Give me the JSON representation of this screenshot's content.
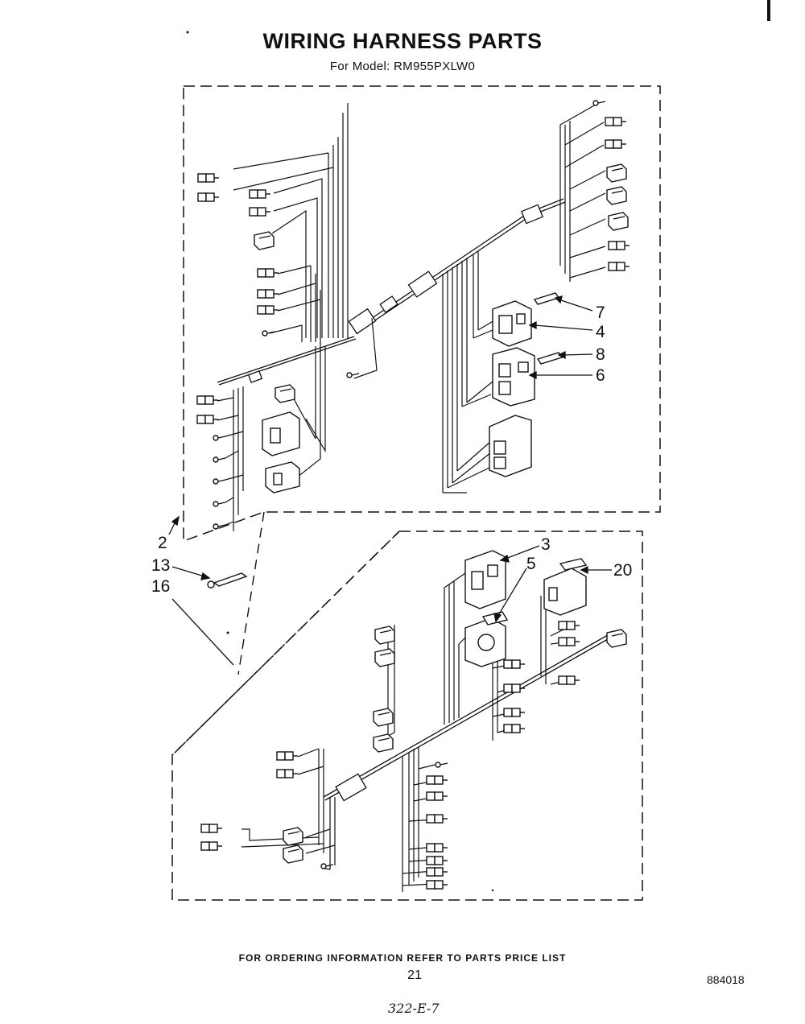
{
  "header": {
    "title": "WIRING HARNESS PARTS",
    "subtitle": "For Model: RM955PXLW0"
  },
  "callouts": {
    "c7": "7",
    "c4": "4",
    "c8": "8",
    "c6": "6",
    "c2": "2",
    "c13": "13",
    "c16": "16",
    "c3": "3",
    "c5": "5",
    "c20": "20"
  },
  "footer": {
    "ordering_note": "FOR ORDERING INFORMATION REFER TO PARTS PRICE LIST",
    "page_number": "21",
    "document_number": "884018",
    "handwritten_code": "322-E-7"
  },
  "colors": {
    "ink": "#111111",
    "background": "#ffffff"
  }
}
